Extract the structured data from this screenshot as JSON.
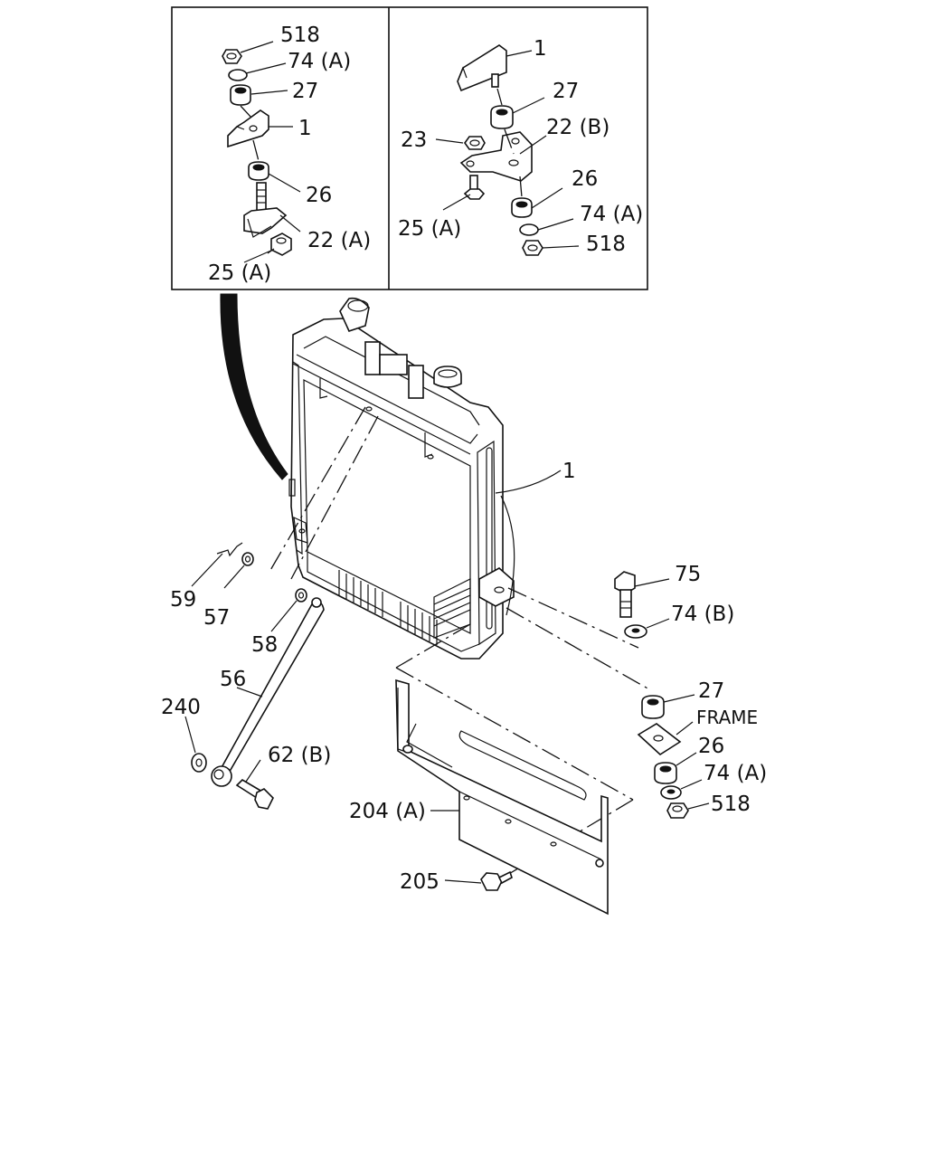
{
  "labels": {
    "inset_left": {
      "n518": "518",
      "n74a": "74 (A)",
      "n27": "27",
      "n1": "1",
      "n26": "26",
      "n22a": "22 (A)",
      "n25a": "25 (A)"
    },
    "inset_right": {
      "n1": "1",
      "n27": "27",
      "n22b": "22 (B)",
      "n23": "23",
      "n26": "26",
      "n25a": "25 (A)",
      "n74a": "74 (A)",
      "n518": "518"
    },
    "main": {
      "n1": "1",
      "n59": "59",
      "n57": "57",
      "n58": "58",
      "n56": "56",
      "n240": "240",
      "n62b": "62 (B)",
      "n75": "75",
      "n74b": "74 (B)",
      "n27": "27",
      "frame": "FRAME",
      "n26": "26",
      "n74a": "74 (A)",
      "n518": "518",
      "n204a": "204 (A)",
      "n205": "205"
    }
  }
}
